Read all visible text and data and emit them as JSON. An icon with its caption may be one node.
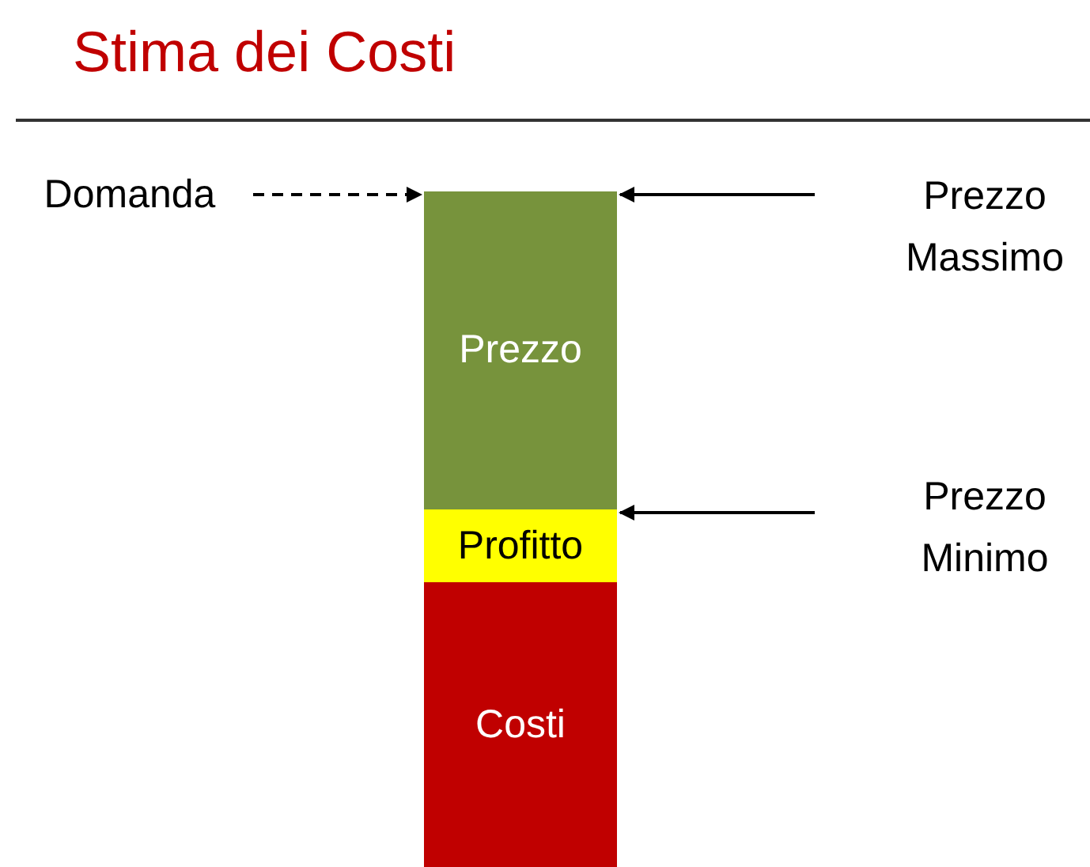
{
  "diagram": {
    "title": "Stima dei Costi",
    "nodes": [
      {
        "text": [
          "Domanda"
        ]
      },
      {
        "text": [
          "Prezzo"
        ]
      },
      {
        "text": [
          "Profitto"
        ]
      },
      {
        "text": [
          "Costi"
        ]
      },
      {
        "text": [
          "Prezzo Massimo"
        ]
      },
      {
        "text": [
          "Prezzo Minimo"
        ]
      }
    ],
    "edges": [
      {
        "from": 0,
        "to": 1,
        "arrow": "to",
        "style": "dashed"
      },
      {
        "from": 4,
        "to": 1,
        "arrow": "to"
      },
      {
        "from": 5,
        "to": 2,
        "arrow": "to"
      }
    ]
  }
}
